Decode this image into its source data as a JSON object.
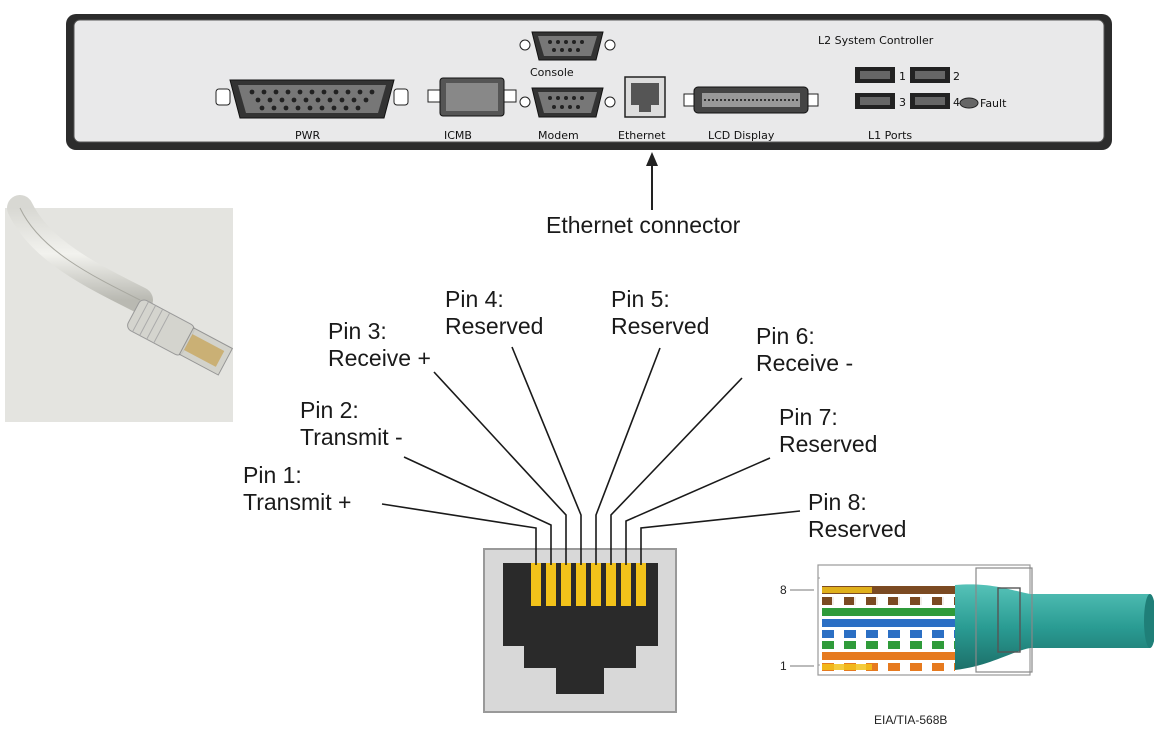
{
  "panel": {
    "title": "L2 System Controller",
    "ports": {
      "pwr": "PWR",
      "icmb": "ICMB",
      "console": "Console",
      "modem": "Modem",
      "ethernet": "Ethernet",
      "lcd": "LCD Display",
      "l1": "L1 Ports",
      "l1_num_1": "1",
      "l1_num_2": "2",
      "l1_num_3": "3",
      "l1_num_4": "4",
      "fault": "Fault"
    }
  },
  "callout": "Ethernet connector",
  "pins": [
    {
      "line1": "Pin 1:",
      "line2": "Transmit +"
    },
    {
      "line1": "Pin 2:",
      "line2": "Transmit -"
    },
    {
      "line1": "Pin 3:",
      "line2": "Receive +"
    },
    {
      "line1": "Pin 4:",
      "line2": "Reserved"
    },
    {
      "line1": "Pin 5:",
      "line2": "Reserved"
    },
    {
      "line1": "Pin 6:",
      "line2": "Receive -"
    },
    {
      "line1": "Pin 7:",
      "line2": "Reserved"
    },
    {
      "line1": "Pin 8:",
      "line2": "Reserved"
    }
  ],
  "plug": {
    "top_pin_label": "8",
    "bottom_pin_label": "1",
    "caption": "EIA/TIA-568B"
  },
  "colors": {
    "pin_gold": "#f2c21a",
    "jack_dark": "#2a2a2a",
    "panel_bg": "#e9e9ea",
    "cable_teal": "#2a9c93"
  }
}
